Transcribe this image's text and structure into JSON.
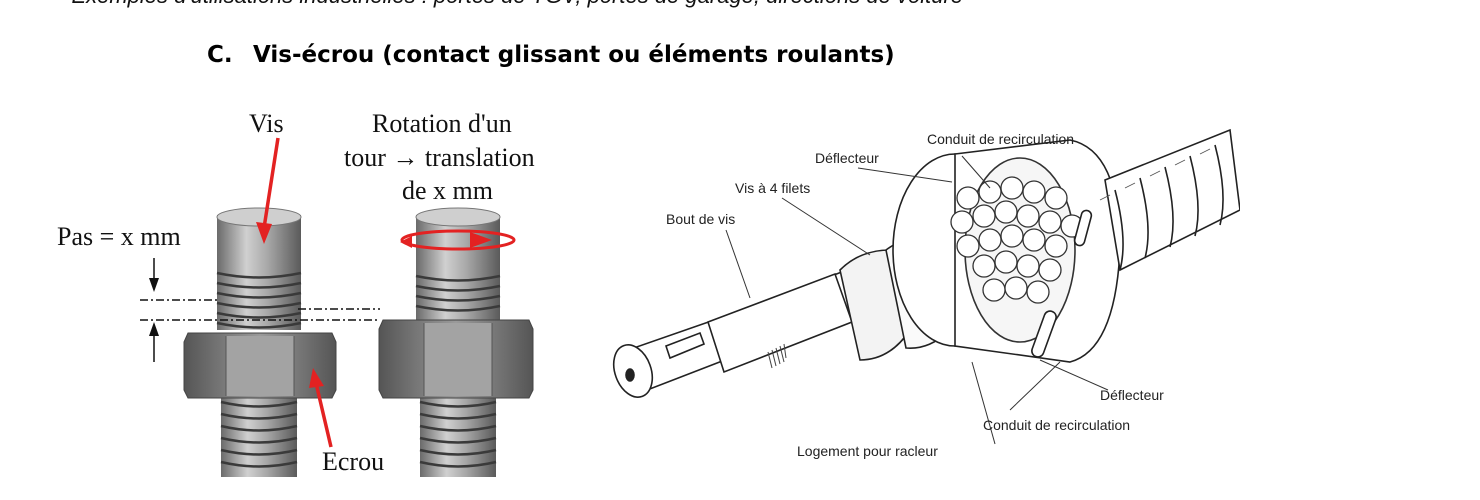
{
  "page": {
    "intro_line": "- Exemples d'utilisations industrielles : portes de TGV, portes de garage, directions de voiture"
  },
  "section": {
    "letter": "C.",
    "title": "Vis-écrou (contact glissant ou éléments roulants)"
  },
  "left_figure": {
    "labels": {
      "vis": "Vis",
      "rotation_1": "Rotation d'un",
      "rotation_2": "tour → translation",
      "rotation_3": "de x mm",
      "pas": "Pas = x mm",
      "ecrou": "Ecrou"
    },
    "colors": {
      "arrow": "#e32222",
      "metal": "#8c8c8c"
    }
  },
  "right_figure": {
    "labels": {
      "deflecteur_top": "Déflecteur",
      "conduit_top": "Conduit de recirculation",
      "vis_4_filets": "Vis à 4 filets",
      "bout_de_vis": "Bout de vis",
      "deflecteur_bottom": "Déflecteur",
      "conduit_bottom": "Conduit de recirculation",
      "logement": "Logement pour racleur"
    }
  }
}
